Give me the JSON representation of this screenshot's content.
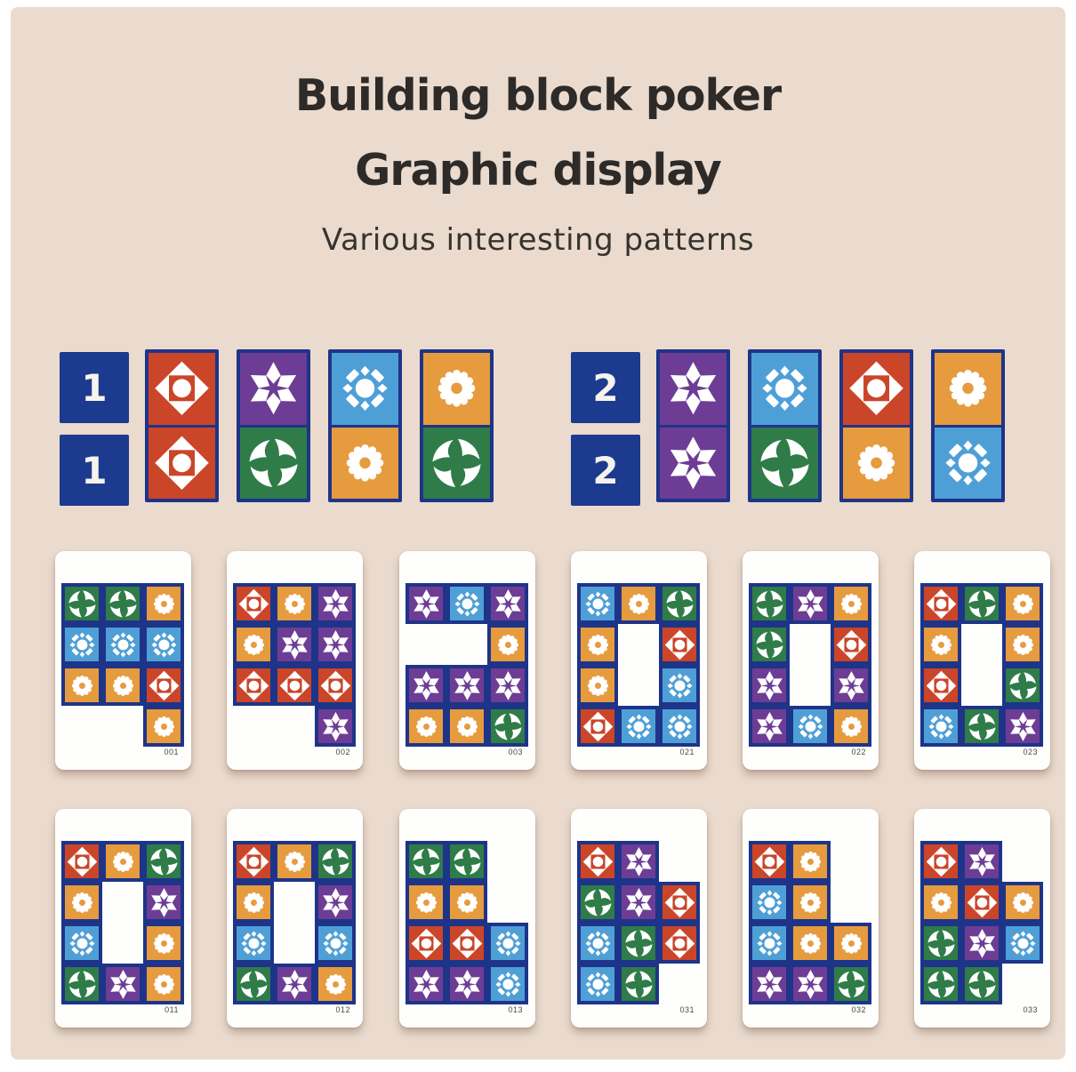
{
  "header": {
    "title_line1": "Building block poker",
    "title_line2": "Graphic display",
    "subtitle": "Various interesting patterns"
  },
  "colors": {
    "canvas_bg": "#eadbce",
    "page_bg": "#ffffff",
    "navy_border": "#1e3488",
    "number_tile_bg": "#1c3a8e",
    "card_bg": "#fefefc",
    "title_text": "#2d2a28",
    "label_text": "#4a4a4a",
    "tile_red": "#cb4529",
    "tile_purple": "#6d3d95",
    "tile_blue": "#4f9fd7",
    "tile_orange": "#e69b3e",
    "tile_green": "#2f7c49",
    "glyph_white": "#ffffff"
  },
  "tile_types": {
    "diamond": {
      "color_key": "tile_red",
      "icon": "diamond-target-icon"
    },
    "star": {
      "color_key": "tile_purple",
      "icon": "star-flower-icon"
    },
    "ring": {
      "color_key": "tile_blue",
      "icon": "diamond-ring-icon"
    },
    "sun": {
      "color_key": "tile_orange",
      "icon": "sunflower-icon"
    },
    "swirl": {
      "color_key": "tile_green",
      "icon": "swirl-icon"
    }
  },
  "legend_groups": [
    {
      "numbers": [
        "1",
        "1"
      ],
      "dominoes": [
        [
          "diamond",
          "diamond"
        ],
        [
          "star",
          "swirl"
        ],
        [
          "ring",
          "sun"
        ],
        [
          "sun",
          "swirl"
        ]
      ]
    },
    {
      "numbers": [
        "2",
        "2"
      ],
      "dominoes": [
        [
          "star",
          "star"
        ],
        [
          "ring",
          "swirl"
        ],
        [
          "diamond",
          "sun"
        ],
        [
          "sun",
          "ring"
        ]
      ]
    }
  ],
  "cards": [
    {
      "label": "001",
      "grid": [
        [
          "swirl",
          "swirl",
          "sun"
        ],
        [
          "ring",
          "ring",
          "ring"
        ],
        [
          "sun",
          "sun",
          "diamond"
        ],
        [
          null,
          null,
          "sun"
        ]
      ]
    },
    {
      "label": "002",
      "grid": [
        [
          "diamond",
          "sun",
          "star"
        ],
        [
          "sun",
          "star",
          "star"
        ],
        [
          "diamond",
          "diamond",
          "diamond"
        ],
        [
          null,
          null,
          "star"
        ]
      ]
    },
    {
      "label": "003",
      "grid": [
        [
          "star",
          "ring",
          "star"
        ],
        [
          null,
          null,
          "sun"
        ],
        [
          "star",
          "star",
          "star"
        ],
        [
          "sun",
          "sun",
          "swirl"
        ]
      ]
    },
    {
      "label": "021",
      "grid": [
        [
          "ring",
          "sun",
          "swirl"
        ],
        [
          "sun",
          null,
          "diamond"
        ],
        [
          "sun",
          null,
          "ring"
        ],
        [
          "diamond",
          "ring",
          "ring"
        ]
      ]
    },
    {
      "label": "022",
      "grid": [
        [
          "swirl",
          "star",
          "sun"
        ],
        [
          "swirl",
          null,
          "diamond"
        ],
        [
          "star",
          null,
          "star"
        ],
        [
          "star",
          "ring",
          "sun"
        ]
      ]
    },
    {
      "label": "023",
      "grid": [
        [
          "diamond",
          "swirl",
          "sun"
        ],
        [
          "sun",
          null,
          "sun"
        ],
        [
          "diamond",
          null,
          "swirl"
        ],
        [
          "ring",
          "swirl",
          "star"
        ]
      ]
    },
    {
      "label": "011",
      "grid": [
        [
          "diamond",
          "sun",
          "swirl"
        ],
        [
          "sun",
          null,
          "star"
        ],
        [
          "ring",
          null,
          "sun"
        ],
        [
          "swirl",
          "star",
          "sun"
        ]
      ]
    },
    {
      "label": "012",
      "grid": [
        [
          "diamond",
          "sun",
          "swirl"
        ],
        [
          "sun",
          null,
          "star"
        ],
        [
          "ring",
          null,
          "ring"
        ],
        [
          "swirl",
          "star",
          "sun"
        ]
      ]
    },
    {
      "label": "013",
      "grid": [
        [
          "swirl",
          "swirl",
          null
        ],
        [
          "sun",
          "sun",
          null
        ],
        [
          "diamond",
          "diamond",
          "ring"
        ],
        [
          "star",
          "star",
          "ring"
        ]
      ]
    },
    {
      "label": "031",
      "grid": [
        [
          "diamond",
          "star",
          null
        ],
        [
          "swirl",
          "star",
          "diamond"
        ],
        [
          "ring",
          "swirl",
          "diamond"
        ],
        [
          "ring",
          "swirl",
          null
        ]
      ]
    },
    {
      "label": "032",
      "grid": [
        [
          "diamond",
          "sun",
          null
        ],
        [
          "ring",
          "sun",
          null
        ],
        [
          "ring",
          "sun",
          "sun"
        ],
        [
          "star",
          "star",
          "swirl"
        ]
      ]
    },
    {
      "label": "033",
      "grid": [
        [
          "diamond",
          "star",
          null
        ],
        [
          "sun",
          "diamond",
          "sun"
        ],
        [
          "swirl",
          "star",
          "ring"
        ],
        [
          "swirl",
          "swirl",
          null
        ]
      ]
    }
  ]
}
